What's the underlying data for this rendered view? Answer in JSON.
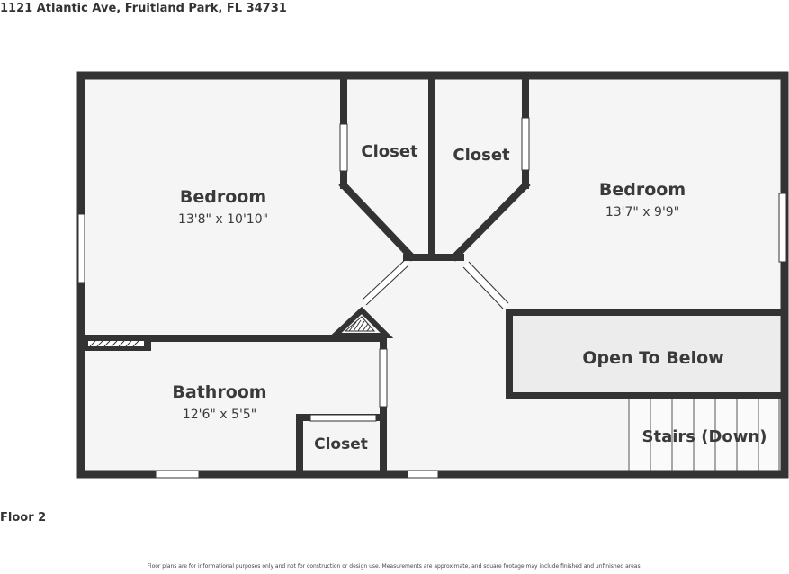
{
  "address": "1121 Atlantic Ave, Fruitland Park, FL 34731",
  "floor": "Floor 2",
  "disclaimer": "Floor plans are for informational purposes only and not for construction or design use. Measurements are approximate, and square footage may include finished and unfinished areas.",
  "rooms": {
    "bedroom_left": {
      "name": "Bedroom",
      "dims": "13'8\" x 10'10\""
    },
    "closet_left": {
      "name": "Closet"
    },
    "closet_right": {
      "name": "Closet"
    },
    "bedroom_right": {
      "name": "Bedroom",
      "dims": "13'7\" x 9'9\""
    },
    "bathroom": {
      "name": "Bathroom",
      "dims": "12'6\" x 5'5\""
    },
    "bath_closet": {
      "name": "Closet"
    },
    "open_to_below": {
      "name": "Open To Below"
    },
    "stairs": {
      "name": "Stairs (Down)"
    }
  },
  "colors": {
    "wall": "#333333",
    "floor": "#f5f5f5",
    "open_area": "#ececec",
    "window": "#ffffff"
  }
}
